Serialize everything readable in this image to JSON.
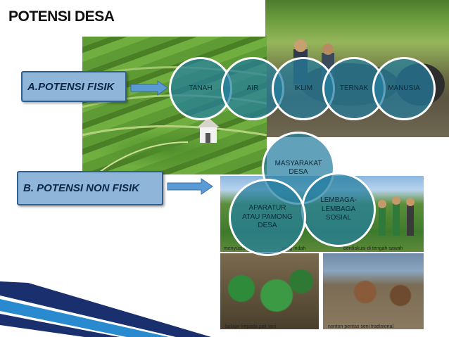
{
  "title": "POTENSI DESA",
  "sections": {
    "fisik": {
      "label": "A.POTENSI FISIK",
      "items": [
        "TANAH",
        "AIR",
        "IKLIM",
        "TERNAK",
        "MANUSIA"
      ]
    },
    "nonfisik": {
      "label": "B. POTENSI NON FISIK",
      "items": [
        "MASYARAKAT DESA",
        "APARATUR ATAU PAMONG DESA",
        "LEMBAGA-LEMBAGA SOSIAL"
      ]
    }
  },
  "captions": {
    "village": "menyusun",
    "village_right": "yang indah",
    "discussion": "berdiskusi di tengah sawah",
    "class": "belajar kepada pak tani",
    "dance": "nonton pentas seni tradisional"
  },
  "colors": {
    "circle": "#247ea0",
    "box": "#8fb6d8",
    "box_border": "#2f5f8f",
    "stripe": "#1a2f6e"
  }
}
